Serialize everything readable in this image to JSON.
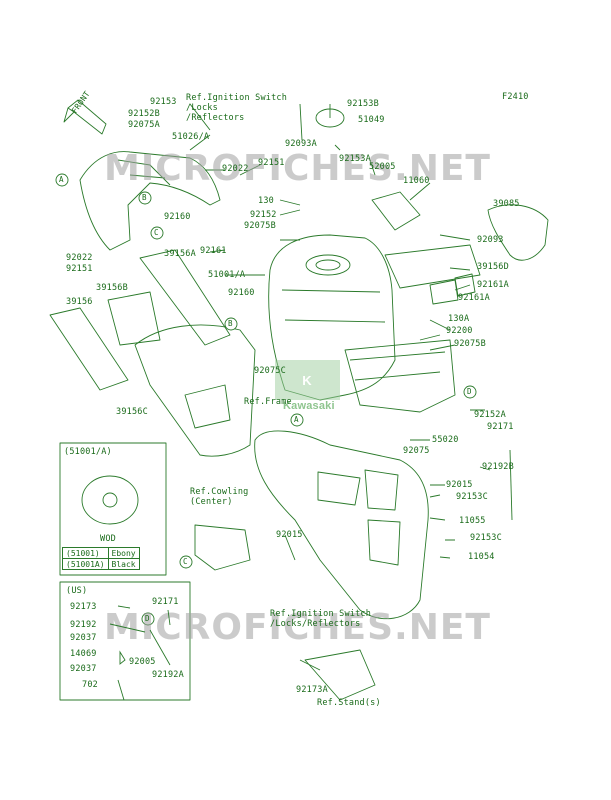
{
  "figure_code": "F2410",
  "front_arrow": "FRONT",
  "watermark": "MICROFICHES.NET",
  "center_logo": "Kawasaki",
  "callouts": [
    "A",
    "B",
    "C",
    "D"
  ],
  "inset_wod": {
    "title": "(51001/A)",
    "caption": "WOD",
    "table": [
      {
        "code": "(51001)",
        "color": "Ebony"
      },
      {
        "code": "(51001A)",
        "color": "Black"
      }
    ]
  },
  "inset_us": {
    "title": "(US)",
    "parts": [
      "92173",
      "92192",
      "92037",
      "14069",
      "92037",
      "702",
      "92171",
      "92005",
      "92192A",
      "D"
    ]
  },
  "refs": {
    "ignition_top": "Ref.Ignition Switch\n/Locks\n/Reflectors",
    "frame": "Ref.Frame",
    "cowling": "Ref.Cowling\n(Center)",
    "ignition_bottom": "Ref.Ignition Switch\n/Locks/Reflectors",
    "stand": "Ref.Stand(s)"
  },
  "part_labels": {
    "p92153": "92153",
    "p92152B": "92152B",
    "p92075A": "92075A",
    "p51026A": "51026/A",
    "p92022a": "92022",
    "p92151a": "92151",
    "p130": "130",
    "p92152": "92152",
    "p92075B": "92075B",
    "p92160a": "92160",
    "p92161": "92161",
    "p92022b": "92022",
    "p92151b": "92151",
    "p39156A": "39156A",
    "p39156B": "39156B",
    "p39156": "39156",
    "p51001A": "51001/A",
    "p92160b": "92160",
    "p92075C": "92075C",
    "p39156C": "39156C",
    "p92153B": "92153B",
    "p51049": "51049",
    "p92093A": "92093A",
    "p92153A": "92153A",
    "p52005": "52005",
    "p11060": "11060",
    "p39085": "39085",
    "p92093": "92093",
    "p39156D": "39156D",
    "p92161A_a": "92161A",
    "p92161A_b": "92161A",
    "p130A": "130A",
    "p92200": "92200",
    "p92075B_b": "92075B",
    "p92152A": "92152A",
    "p92171": "92171",
    "p55020": "55020",
    "p92075": "92075",
    "p92192B": "92192B",
    "p92015a": "92015",
    "p92153C_a": "92153C",
    "p11055": "11055",
    "p92015b": "92015",
    "p92153C_b": "92153C",
    "p11054": "11054",
    "p92173A": "92173A"
  }
}
